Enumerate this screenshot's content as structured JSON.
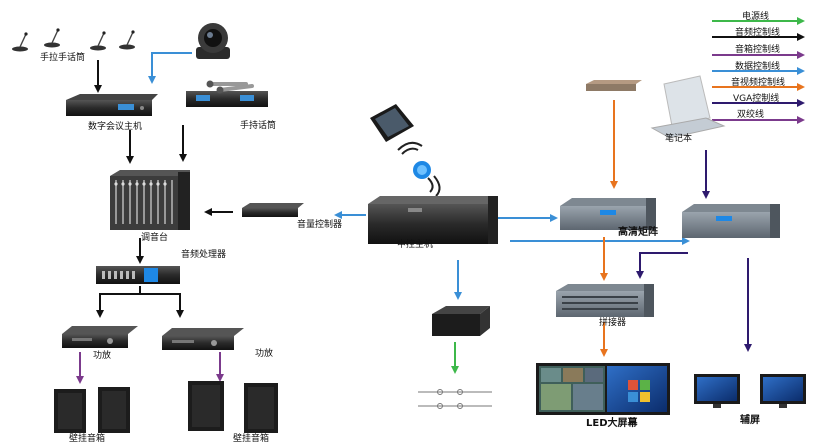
{
  "legend": {
    "items": [
      {
        "label": "电源线",
        "color": "#3db84a"
      },
      {
        "label": "音频控制线",
        "color": "#111111"
      },
      {
        "label": "音箱控制线",
        "color": "#7b3a8c"
      },
      {
        "label": "数据控制线",
        "color": "#3a8fd6"
      },
      {
        "label": "音视频控制线",
        "color": "#e8741e"
      },
      {
        "label": "VGA控制线",
        "color": "#2e1a6e"
      },
      {
        "label": "双绞线",
        "color": "#7b3a8c"
      }
    ]
  },
  "devices": {
    "hand_mic": "手拉手话筒",
    "conference_host": "数字会议主机",
    "handheld_mic": "手持话筒",
    "mixer": "调音台",
    "audio_processor": "音频处理器",
    "amp_left": "功放",
    "amp_right": "功放",
    "speakers_left": "壁挂音箱",
    "speakers_right": "壁挂音箱",
    "volume_controller": "音量控制器",
    "central_host": "中控主机",
    "hd_matrix": "高清矩阵",
    "splicer": "拼接器",
    "led_screen": "LED大屏幕",
    "laptop": "笔记本",
    "aux_screen": "辅屏"
  }
}
